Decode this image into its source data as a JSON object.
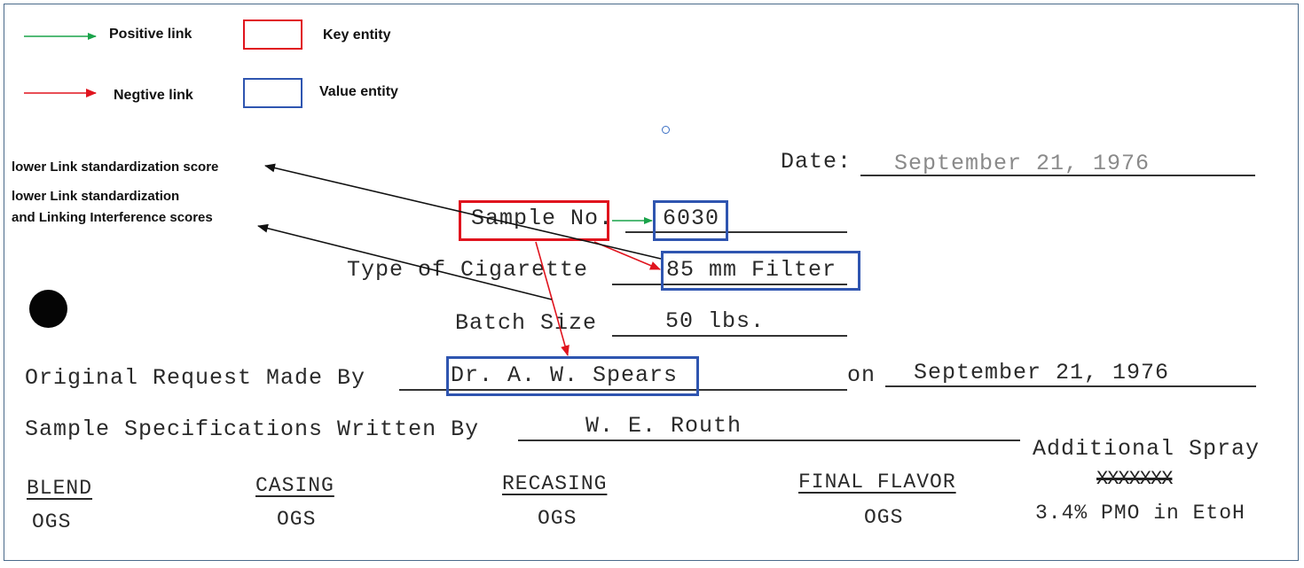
{
  "legend": {
    "positive_label": "Positive link",
    "negative_label": "Negtive link",
    "key_label": "Key entity",
    "value_label": "Value entity",
    "positive_color": "#1aa34a",
    "negative_color": "#e0141e",
    "key_color": "#e0141e",
    "value_color": "#2f55b0"
  },
  "notes": {
    "note1": "lower Link standardization score",
    "note2_line1": "lower Link standardization",
    "note2_line2": "and Linking Interference scores"
  },
  "form": {
    "date_label": "Date:",
    "date_value": "September 21, 1976",
    "sample_label": "Sample No.",
    "sample_value": "6030",
    "type_label": "Type of Cigarette",
    "type_value": "85 mm Filter",
    "batch_label": "Batch Size",
    "batch_value": "50 lbs.",
    "request_label": "Original Request Made By",
    "request_value": "Dr. A. W. Spears",
    "on_label": "on",
    "on_value": "September 21, 1976",
    "spec_label": "Sample Specifications Written By",
    "spec_value": "W. E. Routh",
    "additional_spray": "Additional Spray",
    "crossed_out": "XXXXXXX",
    "columns": [
      {
        "header": "BLEND",
        "value": "OGS"
      },
      {
        "header": "CASING",
        "value": "OGS"
      },
      {
        "header": "RECASING",
        "value": "OGS"
      },
      {
        "header": "FINAL FLAVOR",
        "value": "OGS"
      }
    ],
    "spray_value": "3.4% PMO in EtoH"
  }
}
